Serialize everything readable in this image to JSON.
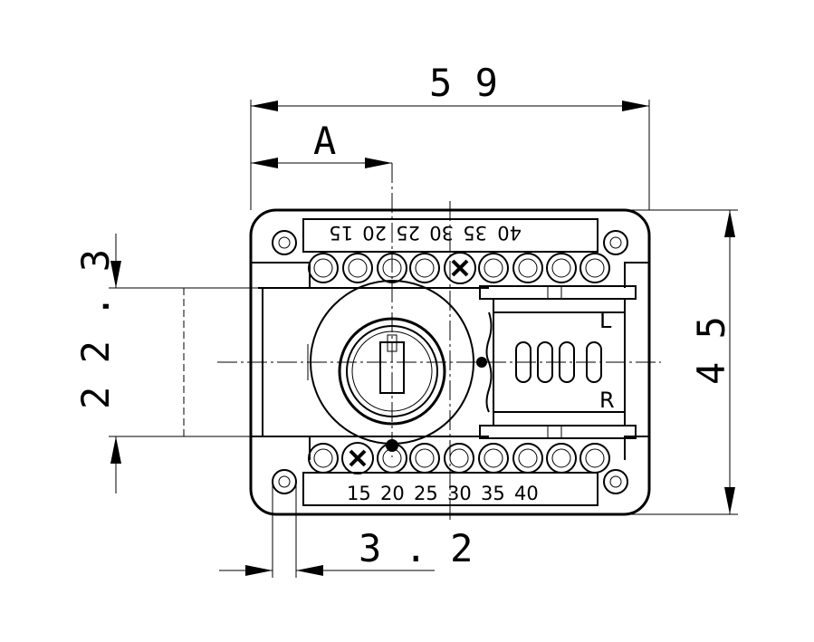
{
  "dimensions": {
    "width": "5 9",
    "offset": "A",
    "height": "4 5",
    "cylinder_span": "2 2 . 3",
    "hole_offset": "3 . 2"
  },
  "scale": {
    "top_labels": [
      "15",
      "20",
      "25",
      "30",
      "35",
      "40"
    ],
    "bottom_labels": [
      "15",
      "20",
      "25",
      "30",
      "35",
      "40"
    ]
  },
  "side_labels": {
    "left": "L",
    "right": "R"
  },
  "icons": [
    "mounting-hole-icon",
    "screw-icon",
    "key-cylinder-icon"
  ]
}
